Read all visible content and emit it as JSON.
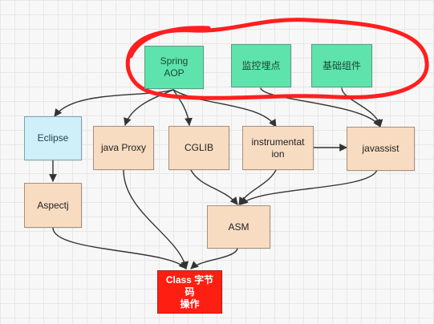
{
  "nodes": {
    "spring_aop": "Spring\nAOP",
    "monitor_points": "监控埋点",
    "basic_components": "基础组件",
    "eclipse": "Eclipse",
    "java_proxy": "java Proxy",
    "cglib": "CGLIB",
    "instrumentation": "instrumentat\nion",
    "javassist": "javassist",
    "aspectj": "Aspectj",
    "asm": "ASM",
    "class_bytecode": "Class 字节码\n操作"
  },
  "colors": {
    "green": "#5fe3ac",
    "blue": "#cfeff9",
    "peach": "#f8dcc2",
    "red": "#ff1e12",
    "annotation_red": "#ff1f1f",
    "edge": "#333333"
  },
  "icons": {
    "arrowhead": "arrowhead-icon",
    "highlight": "red-hand-drawn-ellipse"
  }
}
